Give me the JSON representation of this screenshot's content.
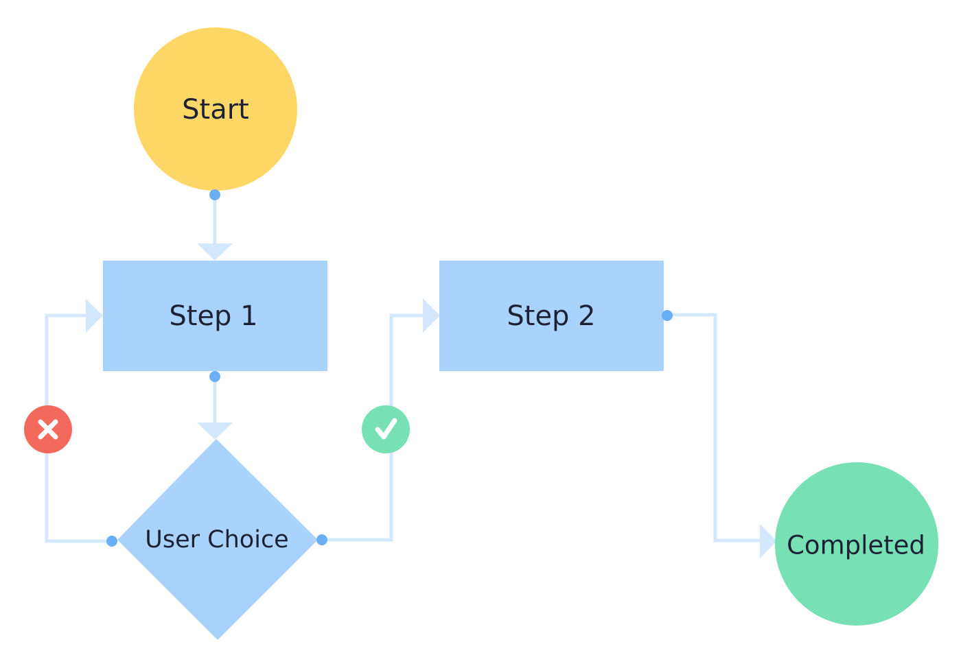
{
  "nodes": {
    "start": {
      "label": "Start"
    },
    "step1": {
      "label": "Step 1"
    },
    "step2": {
      "label": "Step 2"
    },
    "decision": {
      "label": "User Choice"
    },
    "completed": {
      "label": "Completed"
    }
  },
  "badges": {
    "no": {
      "icon": "x-icon"
    },
    "yes": {
      "icon": "check-icon"
    }
  },
  "colors": {
    "start_fill": "#FFD766",
    "process_fill": "#A9D2FD",
    "completed_fill": "#78E0B5",
    "connector": "#D4E8FD",
    "port": "#6AAEF6",
    "no_badge": "#F36A5D",
    "yes_badge": "#78E0B5"
  }
}
